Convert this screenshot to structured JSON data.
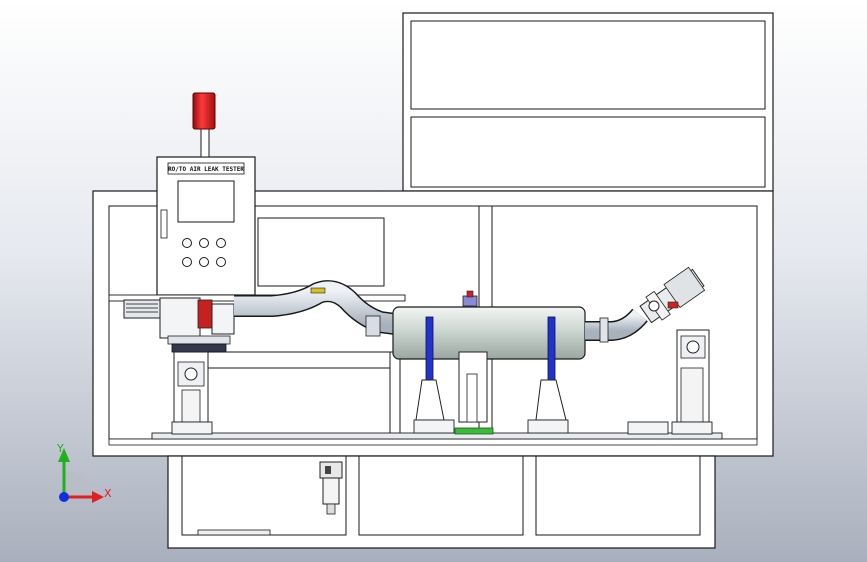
{
  "panel": {
    "title": "RO/TO AIR LEAK TESTER"
  },
  "triad": {
    "x_label": "X",
    "y_label": "Y"
  },
  "colors": {
    "frame": "#ffffff",
    "outline": "#1a1a1a",
    "beacon": "#d81e1e",
    "clamp": "#2233cc",
    "muffler": "#cfd8d2",
    "pipe": "#cdd4dc",
    "axis_x": "#e02020",
    "axis_y": "#20b020",
    "axis_origin": "#1030e0"
  }
}
